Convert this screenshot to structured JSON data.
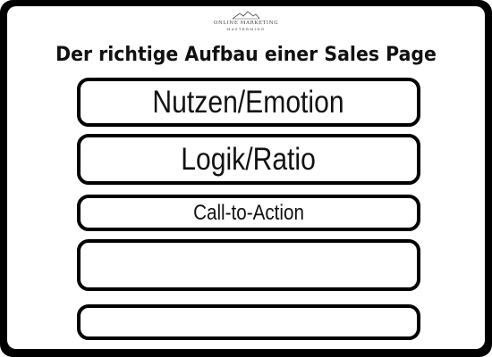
{
  "logo": {
    "line1": "ONLINE MARKETING",
    "line2": "MASTERMIND",
    "icon": "mountain-logo-icon"
  },
  "title": "Der richtige Aufbau einer Sales Page",
  "blocks": [
    {
      "label": "Nutzen/Emotion"
    },
    {
      "label": "Logik/Ratio"
    },
    {
      "label": "Call-to-Action"
    },
    {
      "label": ""
    },
    {
      "label": ""
    }
  ],
  "colors": {
    "frame": "#000000",
    "background": "#ffffff",
    "text": "#111111"
  }
}
